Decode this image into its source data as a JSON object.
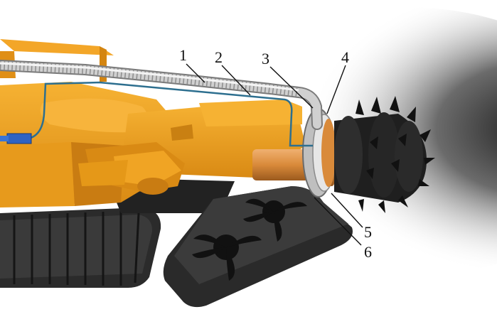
{
  "figure": {
    "callouts": [
      {
        "number": "1"
      },
      {
        "number": "2"
      },
      {
        "number": "3"
      },
      {
        "number": "4"
      },
      {
        "number": "5"
      },
      {
        "number": "6"
      }
    ]
  },
  "colors": {
    "machine_body": "#f2a01e",
    "machine_shadow": "#c97c12",
    "track": "#262626",
    "cutter_head": "#1c1c1c",
    "hose_pipe": "#c8c8c8",
    "water_line": "#2d6f8f",
    "ring_device": "#d8d8d8",
    "copper_shaft": "#d98a3a",
    "leader_line": "#111111"
  }
}
